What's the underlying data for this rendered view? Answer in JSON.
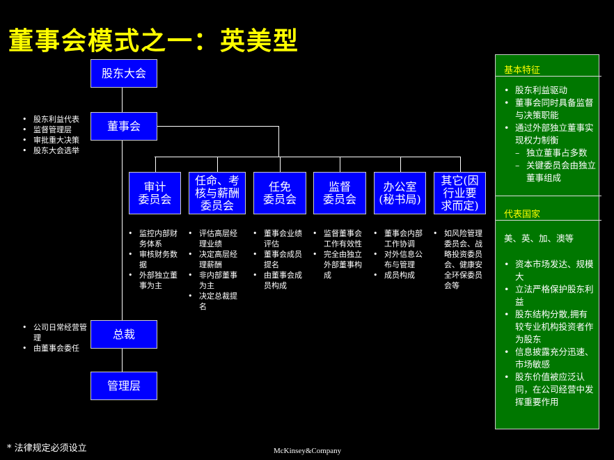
{
  "title": "董事会模式之一：英美型",
  "boxes": {
    "agm": "股东大会",
    "board": "董事会",
    "ceo": "总裁",
    "mgmt": "管理层"
  },
  "committees": [
    {
      "label": "审计\n委员会",
      "items": [
        "监控内部财务体系",
        "审核财务数据",
        "外部独立董事为主"
      ]
    },
    {
      "label": "任命、考\n核与薪酬\n委员会",
      "items": [
        "评估高层经理业绩",
        "决定高层经理薪酬",
        "非内部董事为主",
        "决定总裁提名"
      ]
    },
    {
      "label": "任免\n委员会",
      "items": [
        "董事会业绩评估",
        "董事会成员提名",
        "由董事会成员构成"
      ]
    },
    {
      "label": "监督\n委员会",
      "items": [
        "监督董事会工作有效性",
        "完全由独立外部董事构成"
      ]
    },
    {
      "label": "办公室\n(秘书局)",
      "items": [
        "董事会内部工作协调",
        "对外信息公布与管理",
        "成员构成"
      ]
    },
    {
      "label": "其它(因\n行业要\n求而定)",
      "items": [
        "如风险管理委员会、战略投资委员会、健康安全环保委员会等"
      ]
    }
  ],
  "board_notes": [
    "股东利益代表",
    "监督管理层",
    "审批重大决策",
    "股东大会选举"
  ],
  "ceo_notes": [
    "公司日常经营管理",
    "由董事会委任"
  ],
  "panel": {
    "features_title": "基本特征",
    "features": [
      {
        "t": "b",
        "text": "股东利益驱动"
      },
      {
        "t": "b",
        "text": "董事会同时具备监督与决策职能"
      },
      {
        "t": "b",
        "text": "通过外部独立董事实现权力制衡"
      },
      {
        "t": "d",
        "text": "独立董事占多数"
      },
      {
        "t": "d",
        "text": "关键委员会由独立董事组成"
      }
    ],
    "countries_title": "代表国家",
    "countries": "美、英、加、澳等",
    "reasons": [
      "资本市场发达、规模大",
      "立法严格保护股东利益",
      "股东结构分散,拥有较专业机构投资者作为股东",
      "信息披露充分迅速、市场敏感",
      "股东价值被应泛认同，在公司经营中发挥重要作用"
    ]
  },
  "footnote": "*  法律规定必须设立",
  "logo": "McKinsey&Company",
  "colors": {
    "title": "#ffff00",
    "box": "#0000ff",
    "panel": "#007700"
  }
}
